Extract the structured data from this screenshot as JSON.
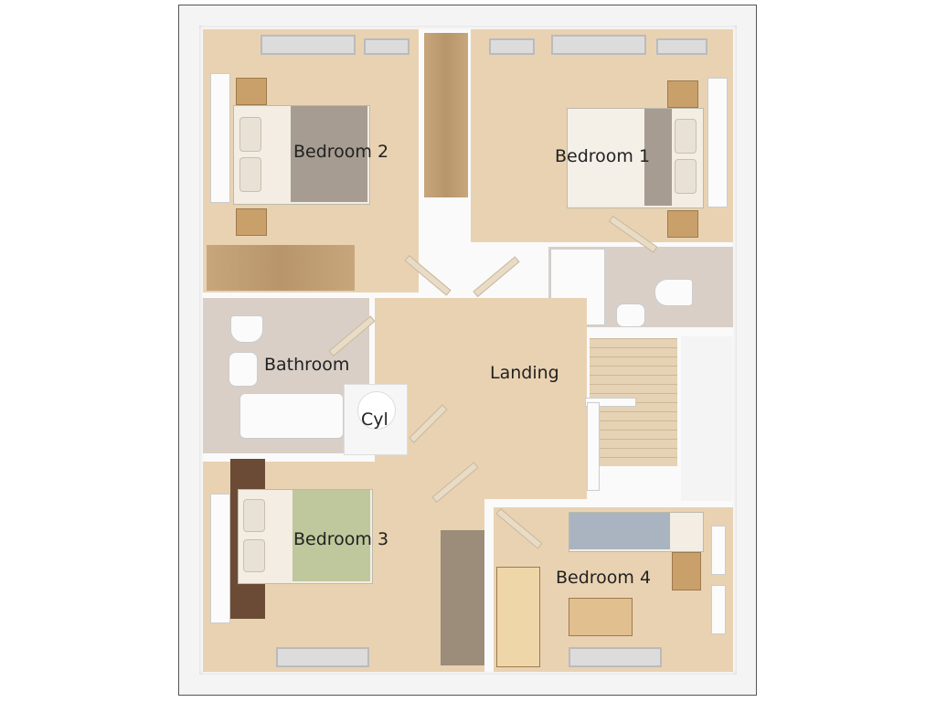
{
  "rooms": {
    "bedroom_2": "Bedroom 2",
    "bedroom_1": "Bedroom 1",
    "bathroom": "Bathroom",
    "landing": "Landing",
    "cyl": "Cyl",
    "bedroom_3": "Bedroom 3",
    "bedroom_4": "Bedroom 4"
  },
  "colors": {
    "carpet": "#e9d2b2",
    "wall": "#fafafa",
    "tile": "#d9cfc7",
    "wood": "#c8a67c"
  }
}
